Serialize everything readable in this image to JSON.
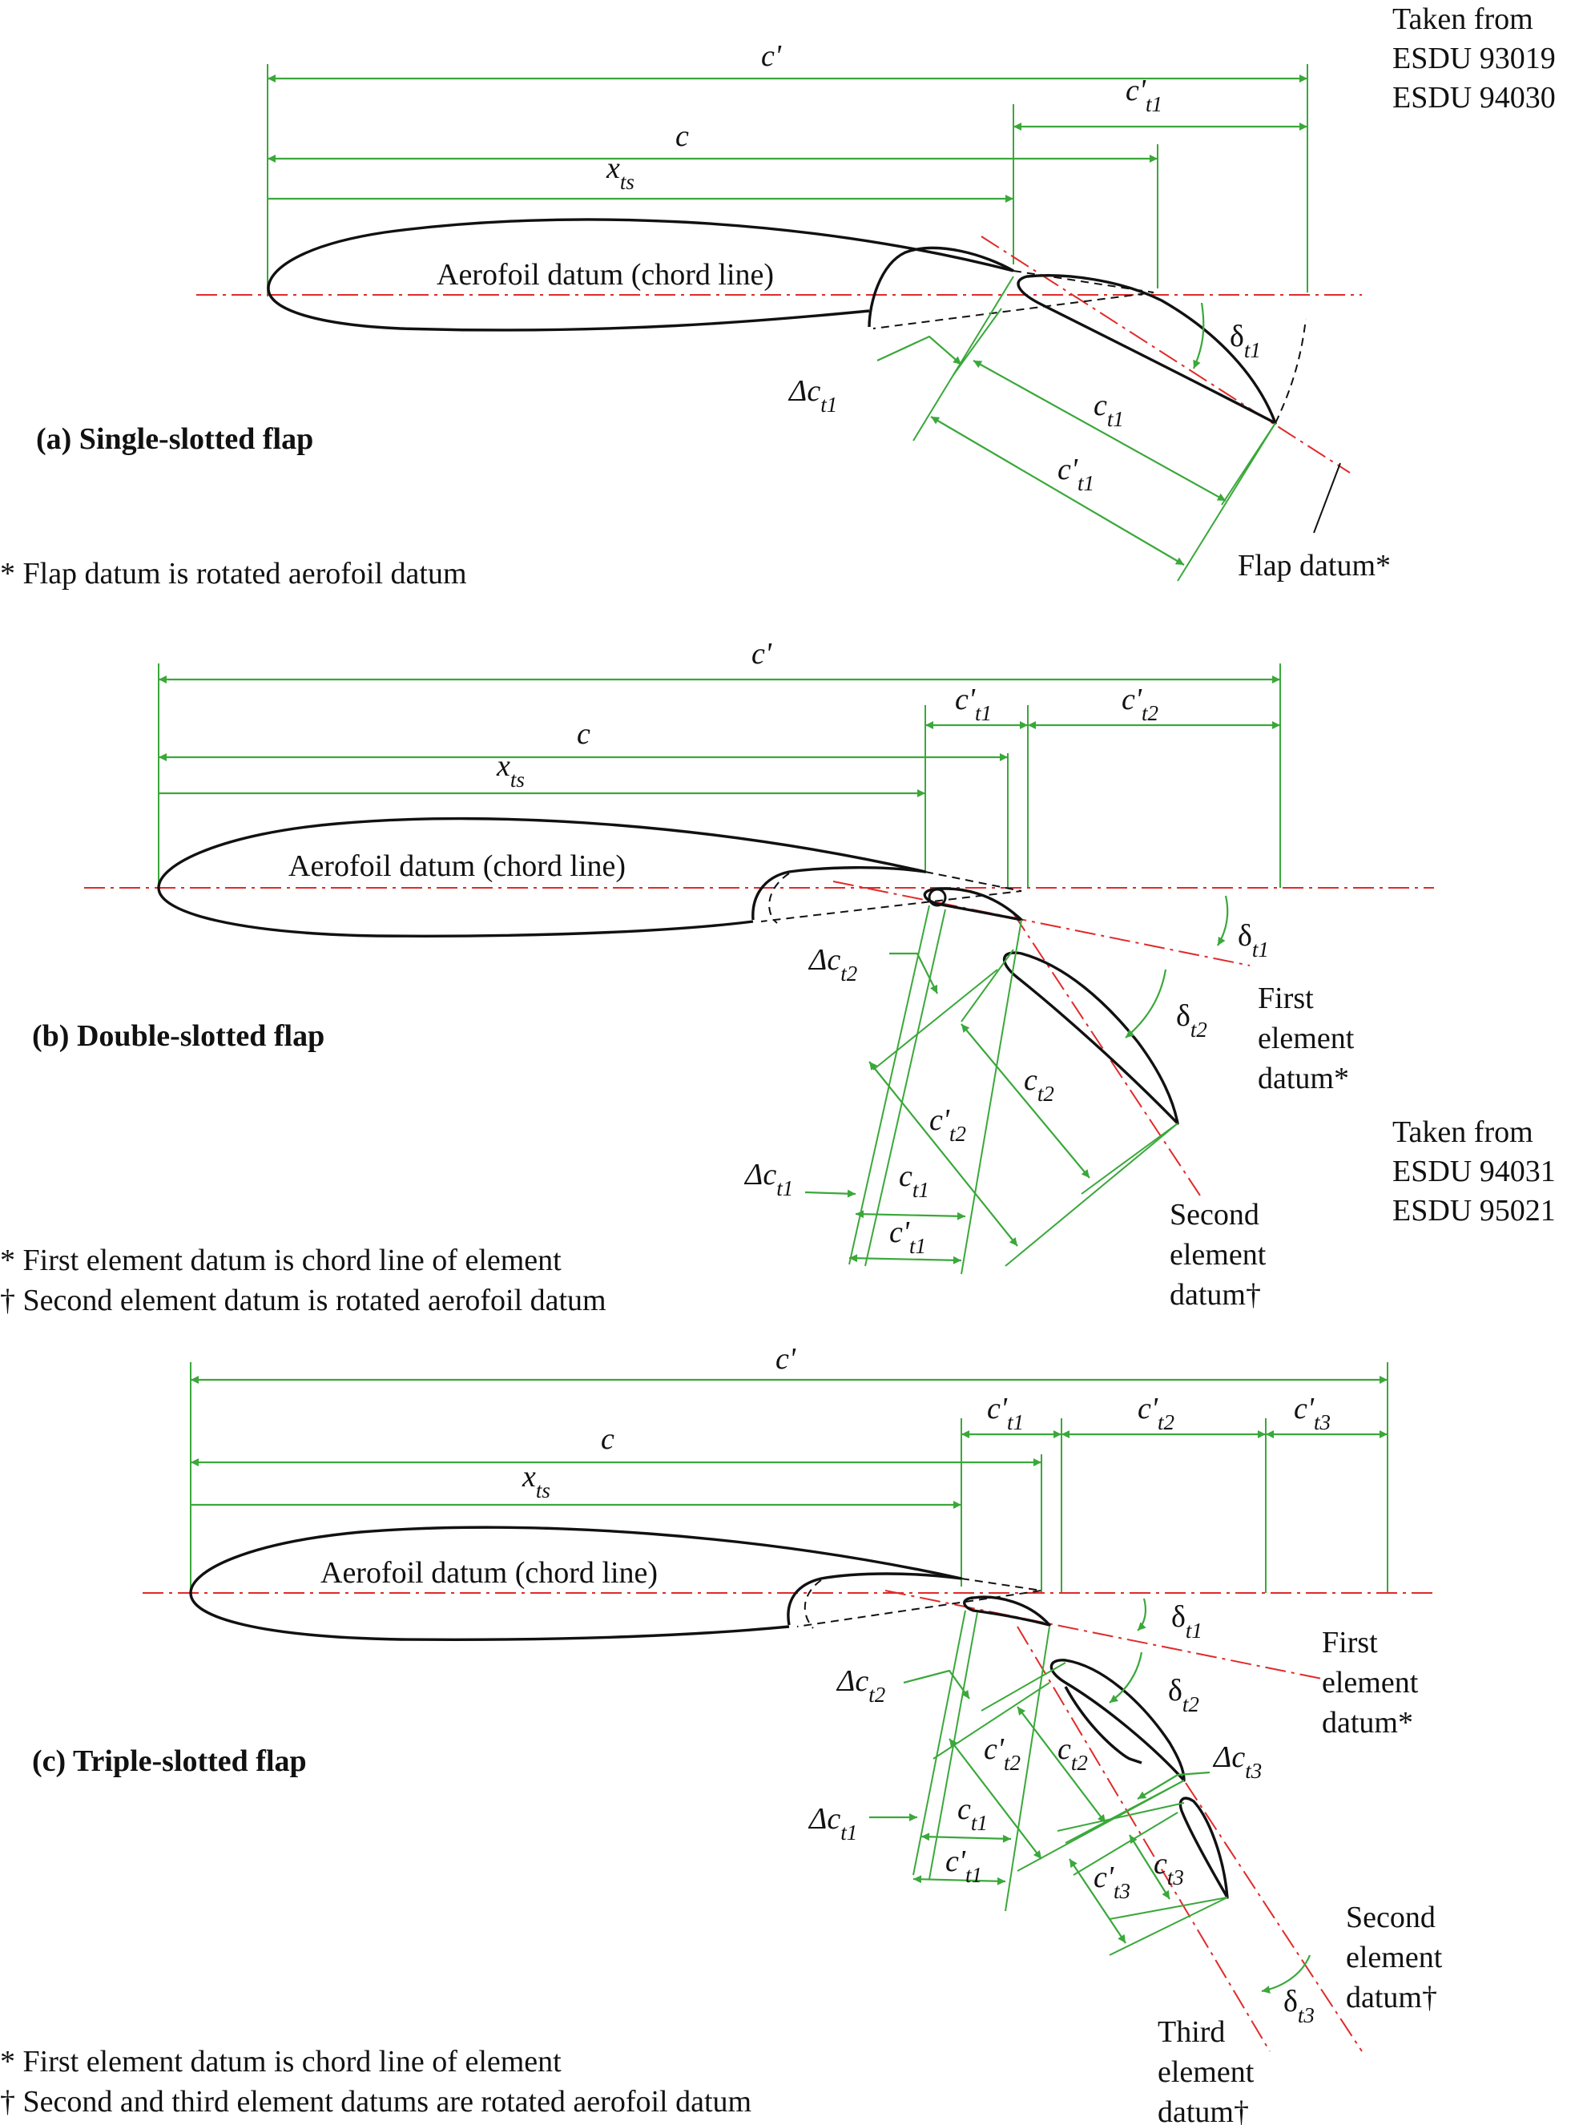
{
  "sources": {
    "a": {
      "label": "Taken from",
      "refs": [
        "ESDU 93019",
        "ESDU 94030"
      ]
    },
    "b": {
      "label": "Taken from",
      "refs": [
        "ESDU 94031",
        "ESDU 95021"
      ]
    }
  },
  "panel_a": {
    "title": "(a)  Single-slotted flap",
    "footnote": "* Flap datum is rotated aerofoil datum",
    "aerofoil_label": "Aerofoil datum (chord line)",
    "flap_datum_label": "Flap datum*"
  },
  "panel_b": {
    "title": "(b) Double-slotted flap",
    "aerofoil_label": "Aerofoil datum (chord line)",
    "footnotes": [
      "*  First element datum is chord line of element",
      "†  Second element datum is rotated aerofoil datum"
    ],
    "first_datum": [
      "First",
      "element",
      "datum*"
    ],
    "second_datum": [
      "Second",
      "element",
      "datum†"
    ]
  },
  "panel_c": {
    "title": "(c) Triple-slotted flap",
    "aerofoil_label": "Aerofoil datum (chord line)",
    "footnotes": [
      "*  First element datum is chord line of element",
      "†  Second and third element datums are rotated aerofoil datum"
    ],
    "first_datum": [
      "First",
      "element",
      "datum*"
    ],
    "second_datum": [
      "Second",
      "element",
      "datum†"
    ],
    "third_datum": [
      "Third",
      "element",
      "datum†"
    ]
  },
  "symbols": {
    "c_prime": "c'",
    "c": "c",
    "x": "x",
    "ts": "ts",
    "delta": "δ",
    "Delta": "Δ",
    "t1": "t1",
    "t2": "t2",
    "t3": "t3"
  },
  "colors": {
    "dimension": "#3aa83a",
    "datum": "#e02a2a",
    "outline": "#111111"
  }
}
